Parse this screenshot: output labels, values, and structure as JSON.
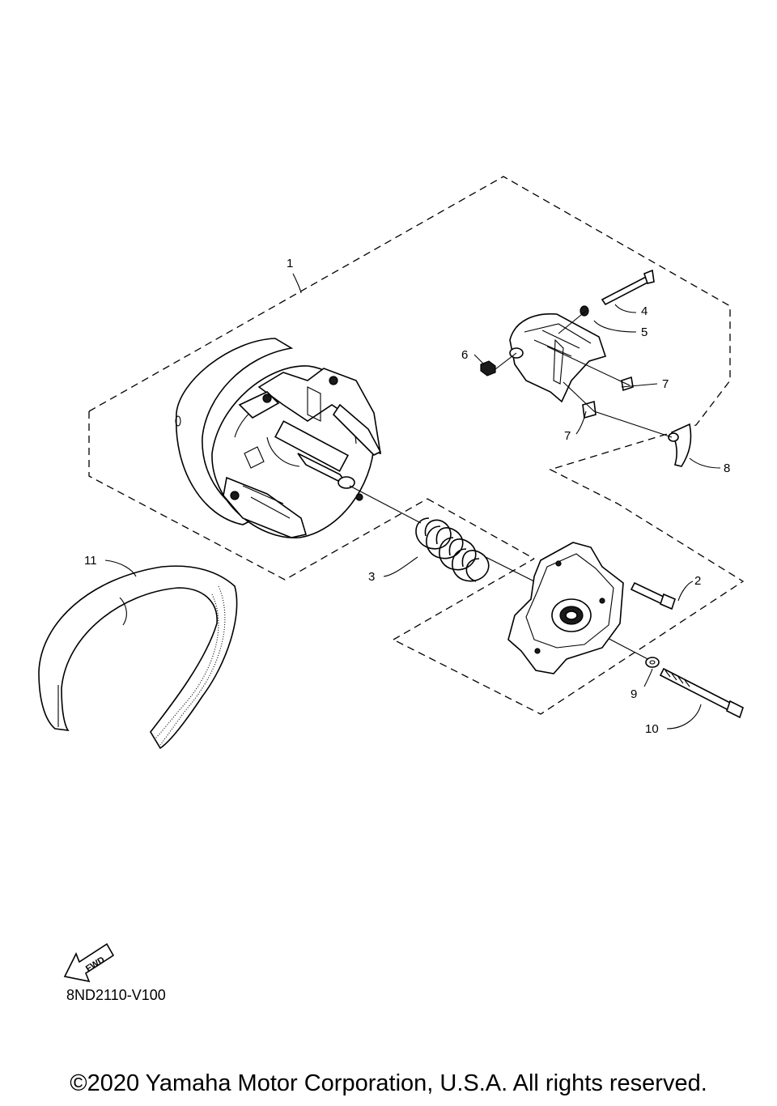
{
  "callouts": {
    "p1": "1",
    "p2": "2",
    "p3": "3",
    "p4": "4",
    "p5": "5",
    "p6": "6",
    "p7a": "7",
    "p7b": "7",
    "p8": "8",
    "p9": "9",
    "p10": "10",
    "p11": "11"
  },
  "fwd_label": "FWD",
  "diagram_code": "8ND2110-V100",
  "copyright": "©2020 Yamaha Motor Corporation, U.S.A. All rights reserved."
}
